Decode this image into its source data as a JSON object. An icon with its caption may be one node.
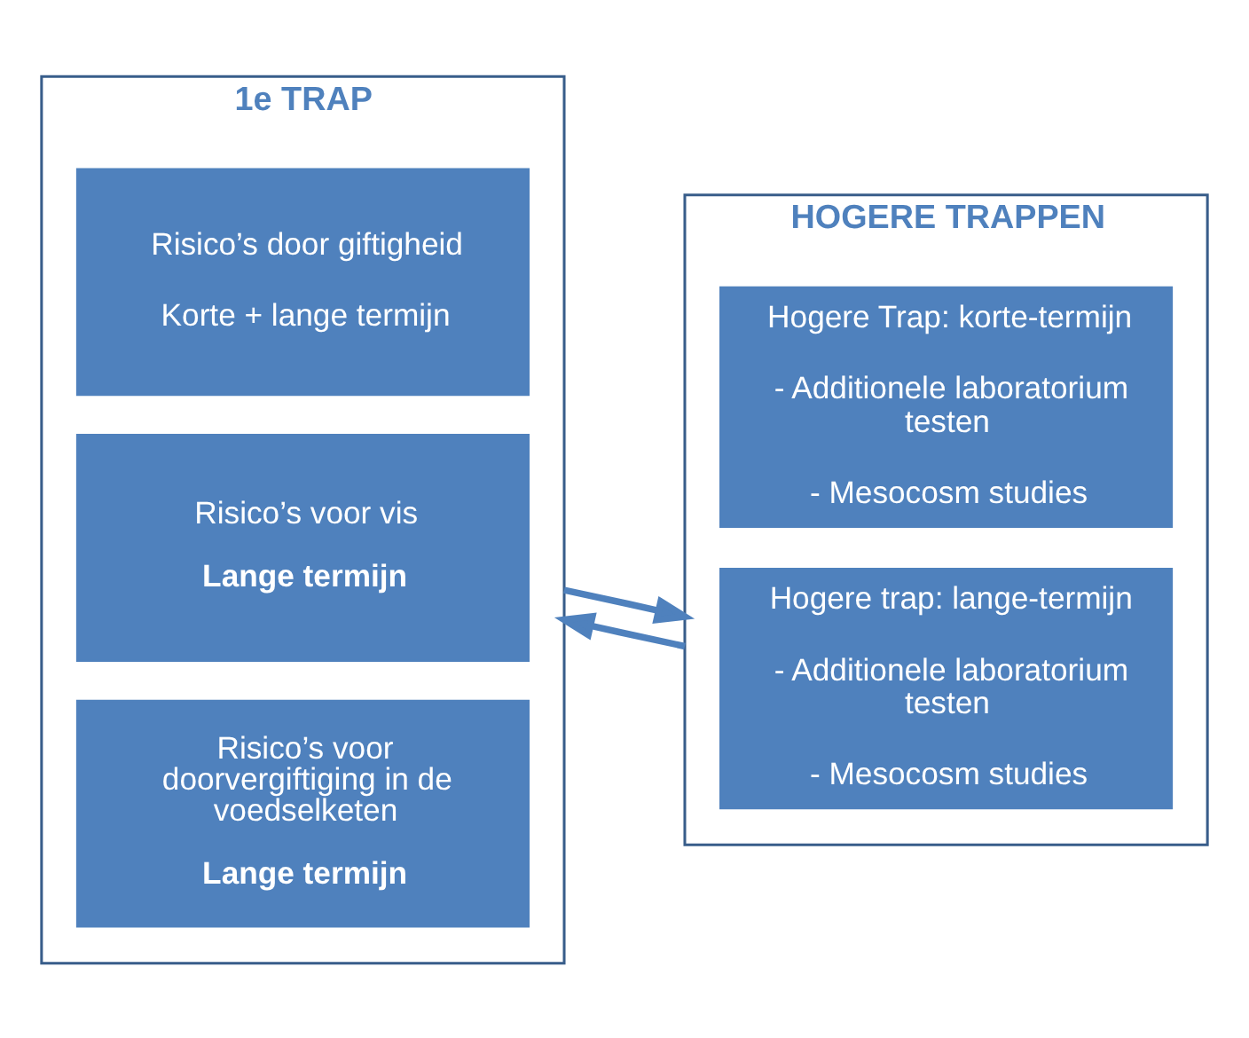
{
  "diagram": {
    "nodes": [
      {
        "text": [
          "1e TRAP"
        ]
      },
      {
        "text": [
          "Risico’s door giftigheid",
          "Korte + lange termijn"
        ],
        "in": 0
      },
      {
        "text": [
          "Risico’s voor vis",
          "Lange termijn"
        ],
        "in": 0
      },
      {
        "text": [
          "Risico’s voor doorvergiftiging in de voedselketen",
          "Lange termijn"
        ],
        "in": 0
      },
      {
        "text": [
          "HOGERE TRAPPEN"
        ]
      },
      {
        "text": [
          "Hogere Trap: korte-termijn",
          "- Additionele laboratorium testen",
          "- Mesocosm studies"
        ],
        "in": 4
      },
      {
        "text": [
          "Hogere trap: lange-termijn",
          "- Additionele laboratorium testen",
          "- Mesocosm studies"
        ],
        "in": 4
      }
    ],
    "edges": [
      {
        "from": 0,
        "to": 4,
        "arrow": "to"
      },
      {
        "from": 4,
        "to": 0,
        "arrow": "to"
      }
    ]
  }
}
